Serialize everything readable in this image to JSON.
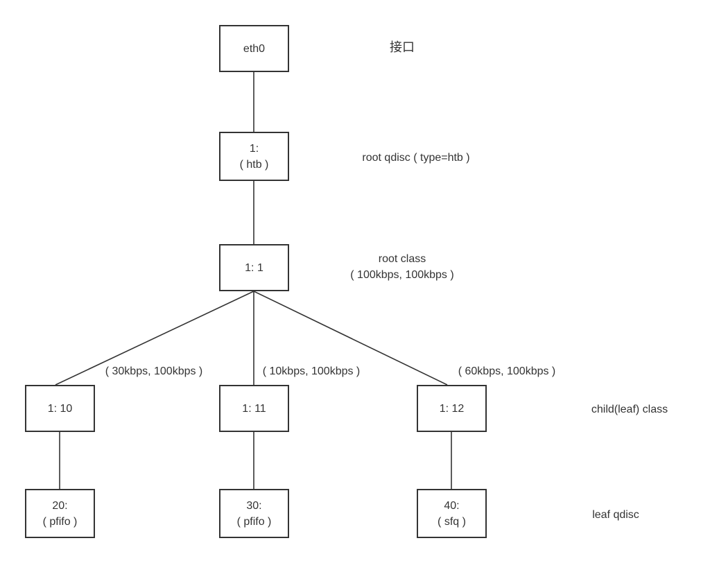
{
  "colors": {
    "line": "#333333",
    "text": "#333333",
    "background": "#ffffff"
  },
  "nodes": {
    "eth0": {
      "line1": "eth0"
    },
    "qdisc_root": {
      "line1": "1:",
      "line2": "( htb )"
    },
    "class_root": {
      "line1": "1: 1"
    },
    "class_10": {
      "line1": "1: 10"
    },
    "class_11": {
      "line1": "1: 11"
    },
    "class_12": {
      "line1": "1: 12"
    },
    "qdisc_20": {
      "line1": "20:",
      "line2": "( pfifo )"
    },
    "qdisc_30": {
      "line1": "30:",
      "line2": "( pfifo )"
    },
    "qdisc_40": {
      "line1": "40:",
      "line2": "( sfq )"
    }
  },
  "edge_labels": {
    "left": "( 30kbps, 100kbps )",
    "middle": "( 10kbps, 100kbps )",
    "right": "( 60kbps, 100kbps )"
  },
  "annotations": {
    "interface": "接口",
    "root_qdisc": "root qdisc ( type=htb )",
    "root_class_line1": "root class",
    "root_class_line2": "( 100kbps, 100kbps )",
    "child_class": "child(leaf) class",
    "leaf_qdisc": "leaf qdisc"
  }
}
